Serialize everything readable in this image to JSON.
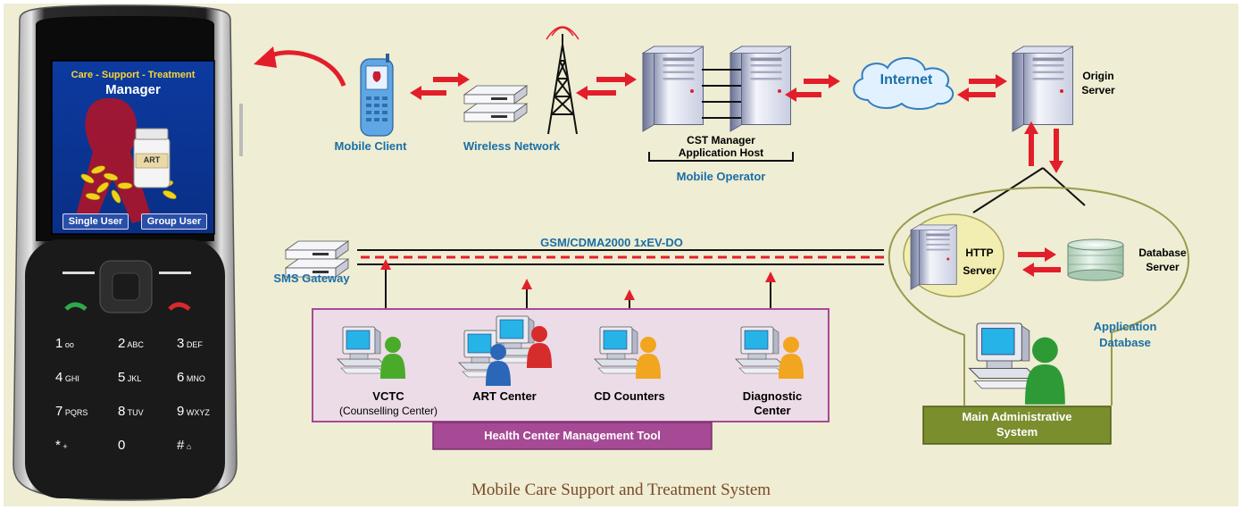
{
  "caption": "Mobile Care Support and Treatment System",
  "phone": {
    "screen_title_1": "Care - Support - Treatment",
    "screen_title_2": "Manager",
    "bottle_label": "ART",
    "btn_single": "Single User",
    "btn_group": "Group User",
    "keys": [
      {
        "main": "1",
        "sub": "oo"
      },
      {
        "main": "2",
        "sub": "ABC"
      },
      {
        "main": "3",
        "sub": "DEF"
      },
      {
        "main": "4",
        "sub": "GHI"
      },
      {
        "main": "5",
        "sub": "JKL"
      },
      {
        "main": "6",
        "sub": "MNO"
      },
      {
        "main": "7",
        "sub": "PQRS"
      },
      {
        "main": "8",
        "sub": "TUV"
      },
      {
        "main": "9",
        "sub": "WXYZ"
      },
      {
        "main": "*",
        "sub": "+"
      },
      {
        "main": "0",
        "sub": ""
      },
      {
        "main": "#",
        "sub": "⌂"
      }
    ]
  },
  "nodes": {
    "mobile_client": "Mobile Client",
    "wireless_network": "Wireless Network",
    "cst_manager_1": "CST Manager",
    "cst_manager_2": "Application Host",
    "mobile_operator": "Mobile Operator",
    "internet": "Internet",
    "origin_server_1": "Origin",
    "origin_server_2": "Server",
    "sms_gateway": "SMS Gateway",
    "network_line": "GSM/CDMA2000 1xEV-DO",
    "http_server_1": "HTTP",
    "http_server_2": "Server",
    "database_server_1": "Database",
    "database_server_2": "Server",
    "application_database_1": "Application",
    "application_database_2": "Database",
    "main_admin_1": "Main Administrative",
    "main_admin_2": "System",
    "vctc": "VCTC",
    "vctc_sub": "(Counselling Center)",
    "art_center": "ART Center",
    "cd_counters": "CD Counters",
    "diagnostic_1": "Diagnostic",
    "diagnostic_2": "Center",
    "health_tool": "Health Center Management Tool"
  },
  "colors": {
    "background": "#efedd3",
    "arrow_red": "#e31e2b",
    "label_blue": "#1a6fa6",
    "health_box": "#a64a95",
    "admin_box": "#7b8e2e",
    "database_ellipse": "#f2eeb2"
  }
}
